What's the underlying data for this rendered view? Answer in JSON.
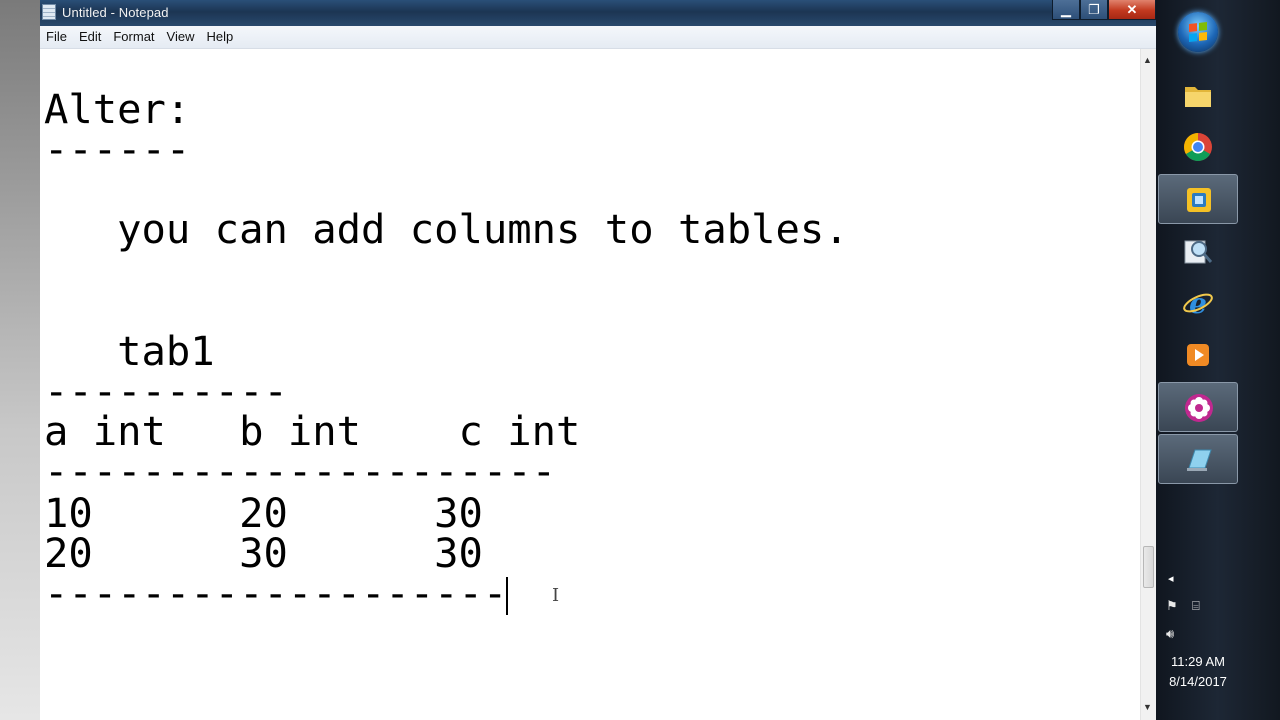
{
  "window": {
    "title": "Untitled - Notepad",
    "controls": {
      "minimize": "▁",
      "maximize": "❐",
      "close": "✕"
    }
  },
  "menu": [
    "File",
    "Edit",
    "Format",
    "View",
    "Help"
  ],
  "editor": {
    "lines": [
      "Alter:",
      "------",
      "   you can add columns to tables.",
      "   tab1",
      "----------",
      "a int   b int    c int",
      "---------------------",
      "10      20      30",
      "20      30      30",
      "-------------------"
    ]
  },
  "taskbar": {
    "apps": [
      {
        "name": "Windows Explorer",
        "icon": "folder-icon"
      },
      {
        "name": "Google Chrome",
        "icon": "chrome-icon"
      },
      {
        "name": "Notepad",
        "icon": "notepad-taskbar-icon",
        "active": true
      },
      {
        "name": "Search",
        "icon": "magnifier-icon"
      },
      {
        "name": "Internet Explorer",
        "icon": "ie-icon"
      },
      {
        "name": "Media Player",
        "icon": "media-player-icon"
      },
      {
        "name": "Flower app",
        "icon": "flower-icon"
      },
      {
        "name": "Screen app",
        "icon": "screen-icon"
      }
    ],
    "tray_arrow": "◂",
    "clock_time": "11:29 AM",
    "clock_date": "8/14/2017"
  }
}
